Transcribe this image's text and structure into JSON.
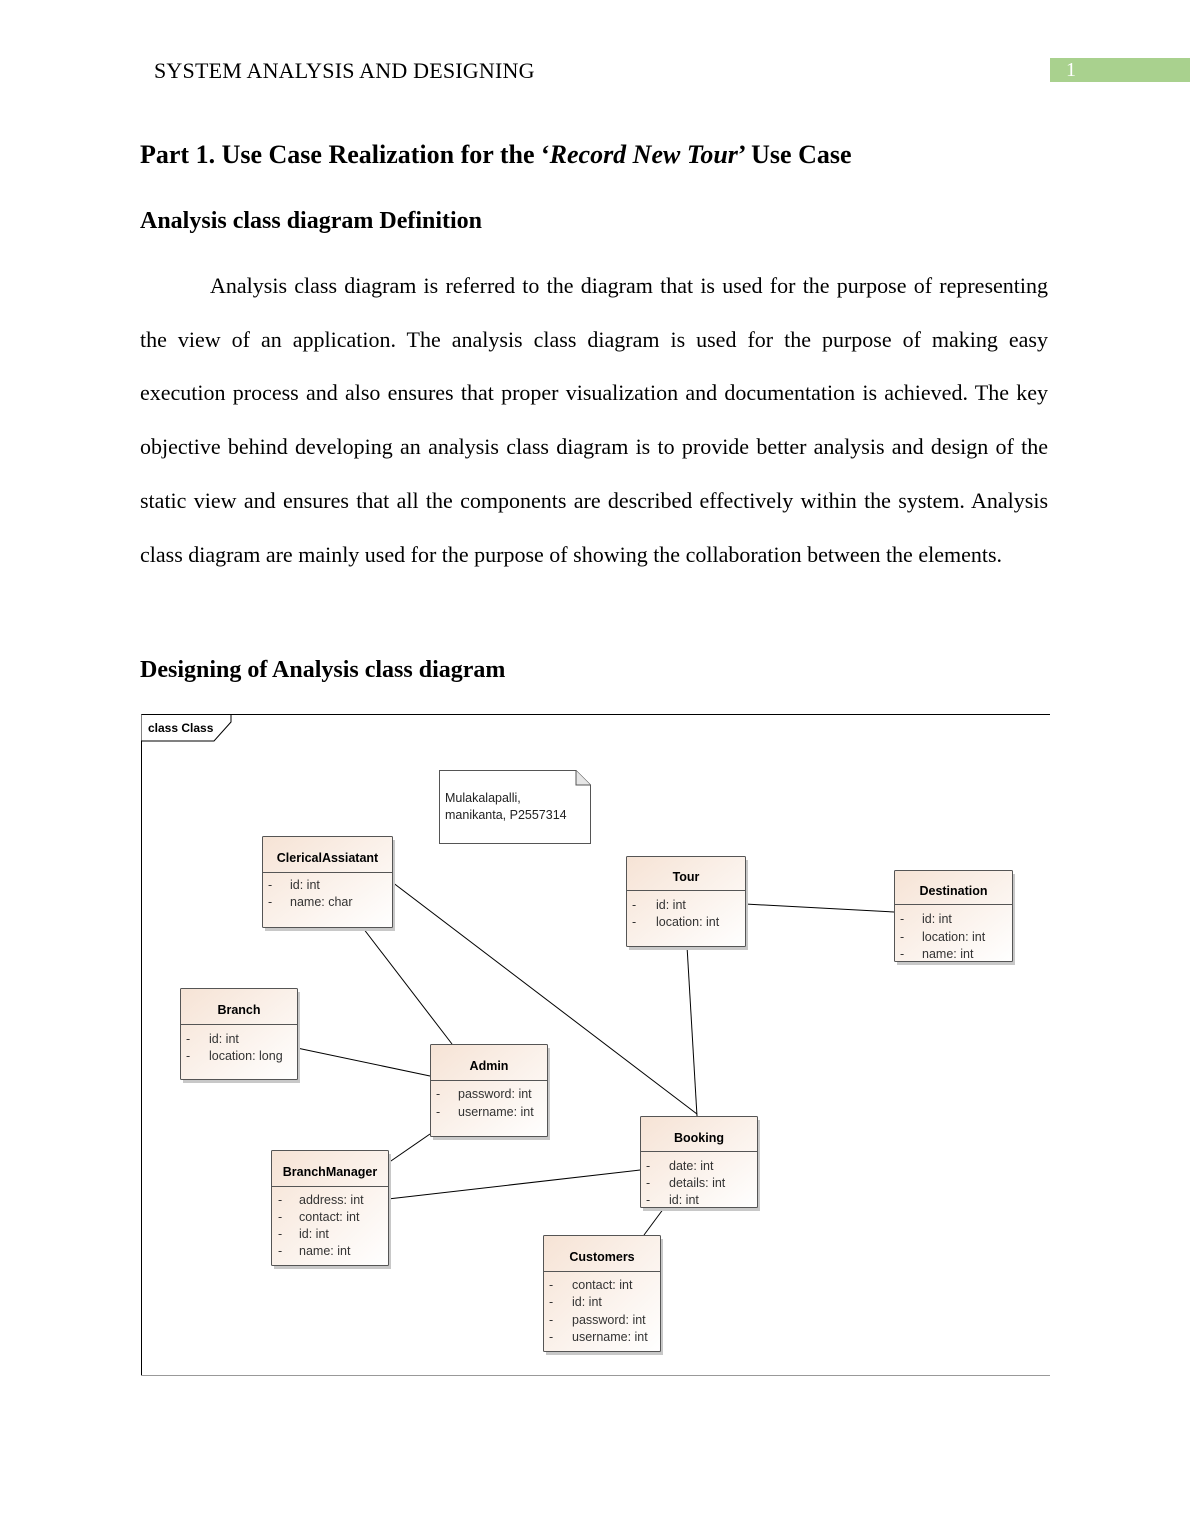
{
  "header": {
    "running_head": "SYSTEM ANALYSIS AND DESIGNING",
    "page_number": "1",
    "accent_color": "#a9d18e"
  },
  "title": {
    "prefix": "Part 1. Use Case Realization for the ‘",
    "italic": "Record New Tour",
    "suffix": "’ Use Case"
  },
  "section1": {
    "heading": "Analysis class diagram Definition",
    "paragraph": "Analysis class diagram is referred to the diagram that is used for the purpose of representing the view of an application. The analysis class diagram is used for the purpose of making easy execution process and also ensures that proper visualization and documentation is achieved. The key objective behind developing an analysis class diagram is to provide better analysis and design of the static view and ensures that all the components are described effectively within the system. Analysis class diagram are mainly used for the purpose of showing the collaboration between the elements."
  },
  "section2": {
    "heading": "Designing of Analysis class diagram"
  },
  "diagram": {
    "frame_label": "class Class",
    "note": {
      "line1": "Mulakalapalli,",
      "line2": "manikanta, P2557314"
    },
    "classes": {
      "clerical": {
        "name": "ClericalAssiatant",
        "attrs": [
          "id: int",
          "name: char"
        ]
      },
      "tour": {
        "name": "Tour",
        "attrs": [
          "id: int",
          "location: int"
        ]
      },
      "destination": {
        "name": "Destination",
        "attrs": [
          "id: int",
          "location: int",
          "name: int"
        ]
      },
      "branch": {
        "name": "Branch",
        "attrs": [
          "id: int",
          "location: long"
        ]
      },
      "admin": {
        "name": "Admin",
        "attrs": [
          "password: int",
          "username: int"
        ]
      },
      "booking": {
        "name": "Booking",
        "attrs": [
          "date: int",
          "details: int",
          "id: int"
        ]
      },
      "branchmanager": {
        "name": "BranchManager",
        "attrs": [
          "address: int",
          "contact: int",
          "id: int",
          "name: int"
        ]
      },
      "customers": {
        "name": "Customers",
        "attrs": [
          "contact: int",
          "id: int",
          "password: int",
          "username: int"
        ]
      }
    },
    "attr_marker": "-",
    "colors": {
      "class_fill_top": "#f6e3d5",
      "class_fill_bottom": "#ffffff",
      "border": "#555555"
    }
  }
}
